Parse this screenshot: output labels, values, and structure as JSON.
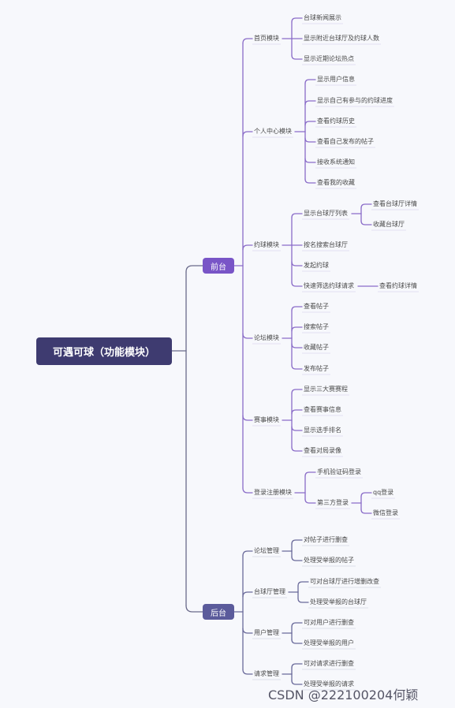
{
  "root": "可遇可球（功能模块）",
  "front": {
    "label": "前台",
    "modules": [
      {
        "label": "首页模块",
        "items": [
          "台球新闻展示",
          "显示附近台球厅及约球人数",
          "显示近期论坛热点"
        ]
      },
      {
        "label": "个人中心模块",
        "items": [
          "显示用户信息",
          "显示自己有参与的约球进度",
          "查看约球历史",
          "查看自己发布的帖子",
          "接收系统通知",
          "查看我的收藏"
        ]
      },
      {
        "label": "约球模块",
        "items": [
          "显示台球厅列表",
          "查看台球厅详情",
          "收藏台球厅",
          "按名搜索台球厅",
          "发起约球",
          "快速筛选约球请求",
          "查看约球详情"
        ]
      },
      {
        "label": "论坛模块",
        "items": [
          "查看帖子",
          "搜索帖子",
          "收藏帖子",
          "发布帖子"
        ]
      },
      {
        "label": "赛事模块",
        "items": [
          "显示三大赛赛程",
          "查看赛事信息",
          "显示选手排名",
          "查看对局录像"
        ]
      },
      {
        "label": "登录注册模块",
        "items": [
          "手机验证码登录",
          "第三方登录",
          "qq登录",
          "微信登录"
        ]
      }
    ]
  },
  "back": {
    "label": "后台",
    "modules": [
      {
        "label": "论坛管理",
        "items": [
          "对帖子进行删查",
          "处理受举报的帖子"
        ]
      },
      {
        "label": "台球厅管理",
        "items": [
          "可对台球厅进行增删改查",
          "处理受举报的台球厅"
        ]
      },
      {
        "label": "用户管理",
        "items": [
          "可对用户进行删查",
          "处理受举报的用户"
        ]
      },
      {
        "label": "请求管理",
        "items": [
          "可对请求进行删查",
          "处理受举报的请求"
        ]
      }
    ]
  },
  "watermark": "CSDN @222100204何颖",
  "colors": {
    "front_line": "#8a6cc8",
    "back_line": "#6a6a9a",
    "root_bg": "#3e3b70",
    "front_bg": "#7955c7",
    "back_bg": "#5b5b9b",
    "background": "#f7f8fc"
  }
}
